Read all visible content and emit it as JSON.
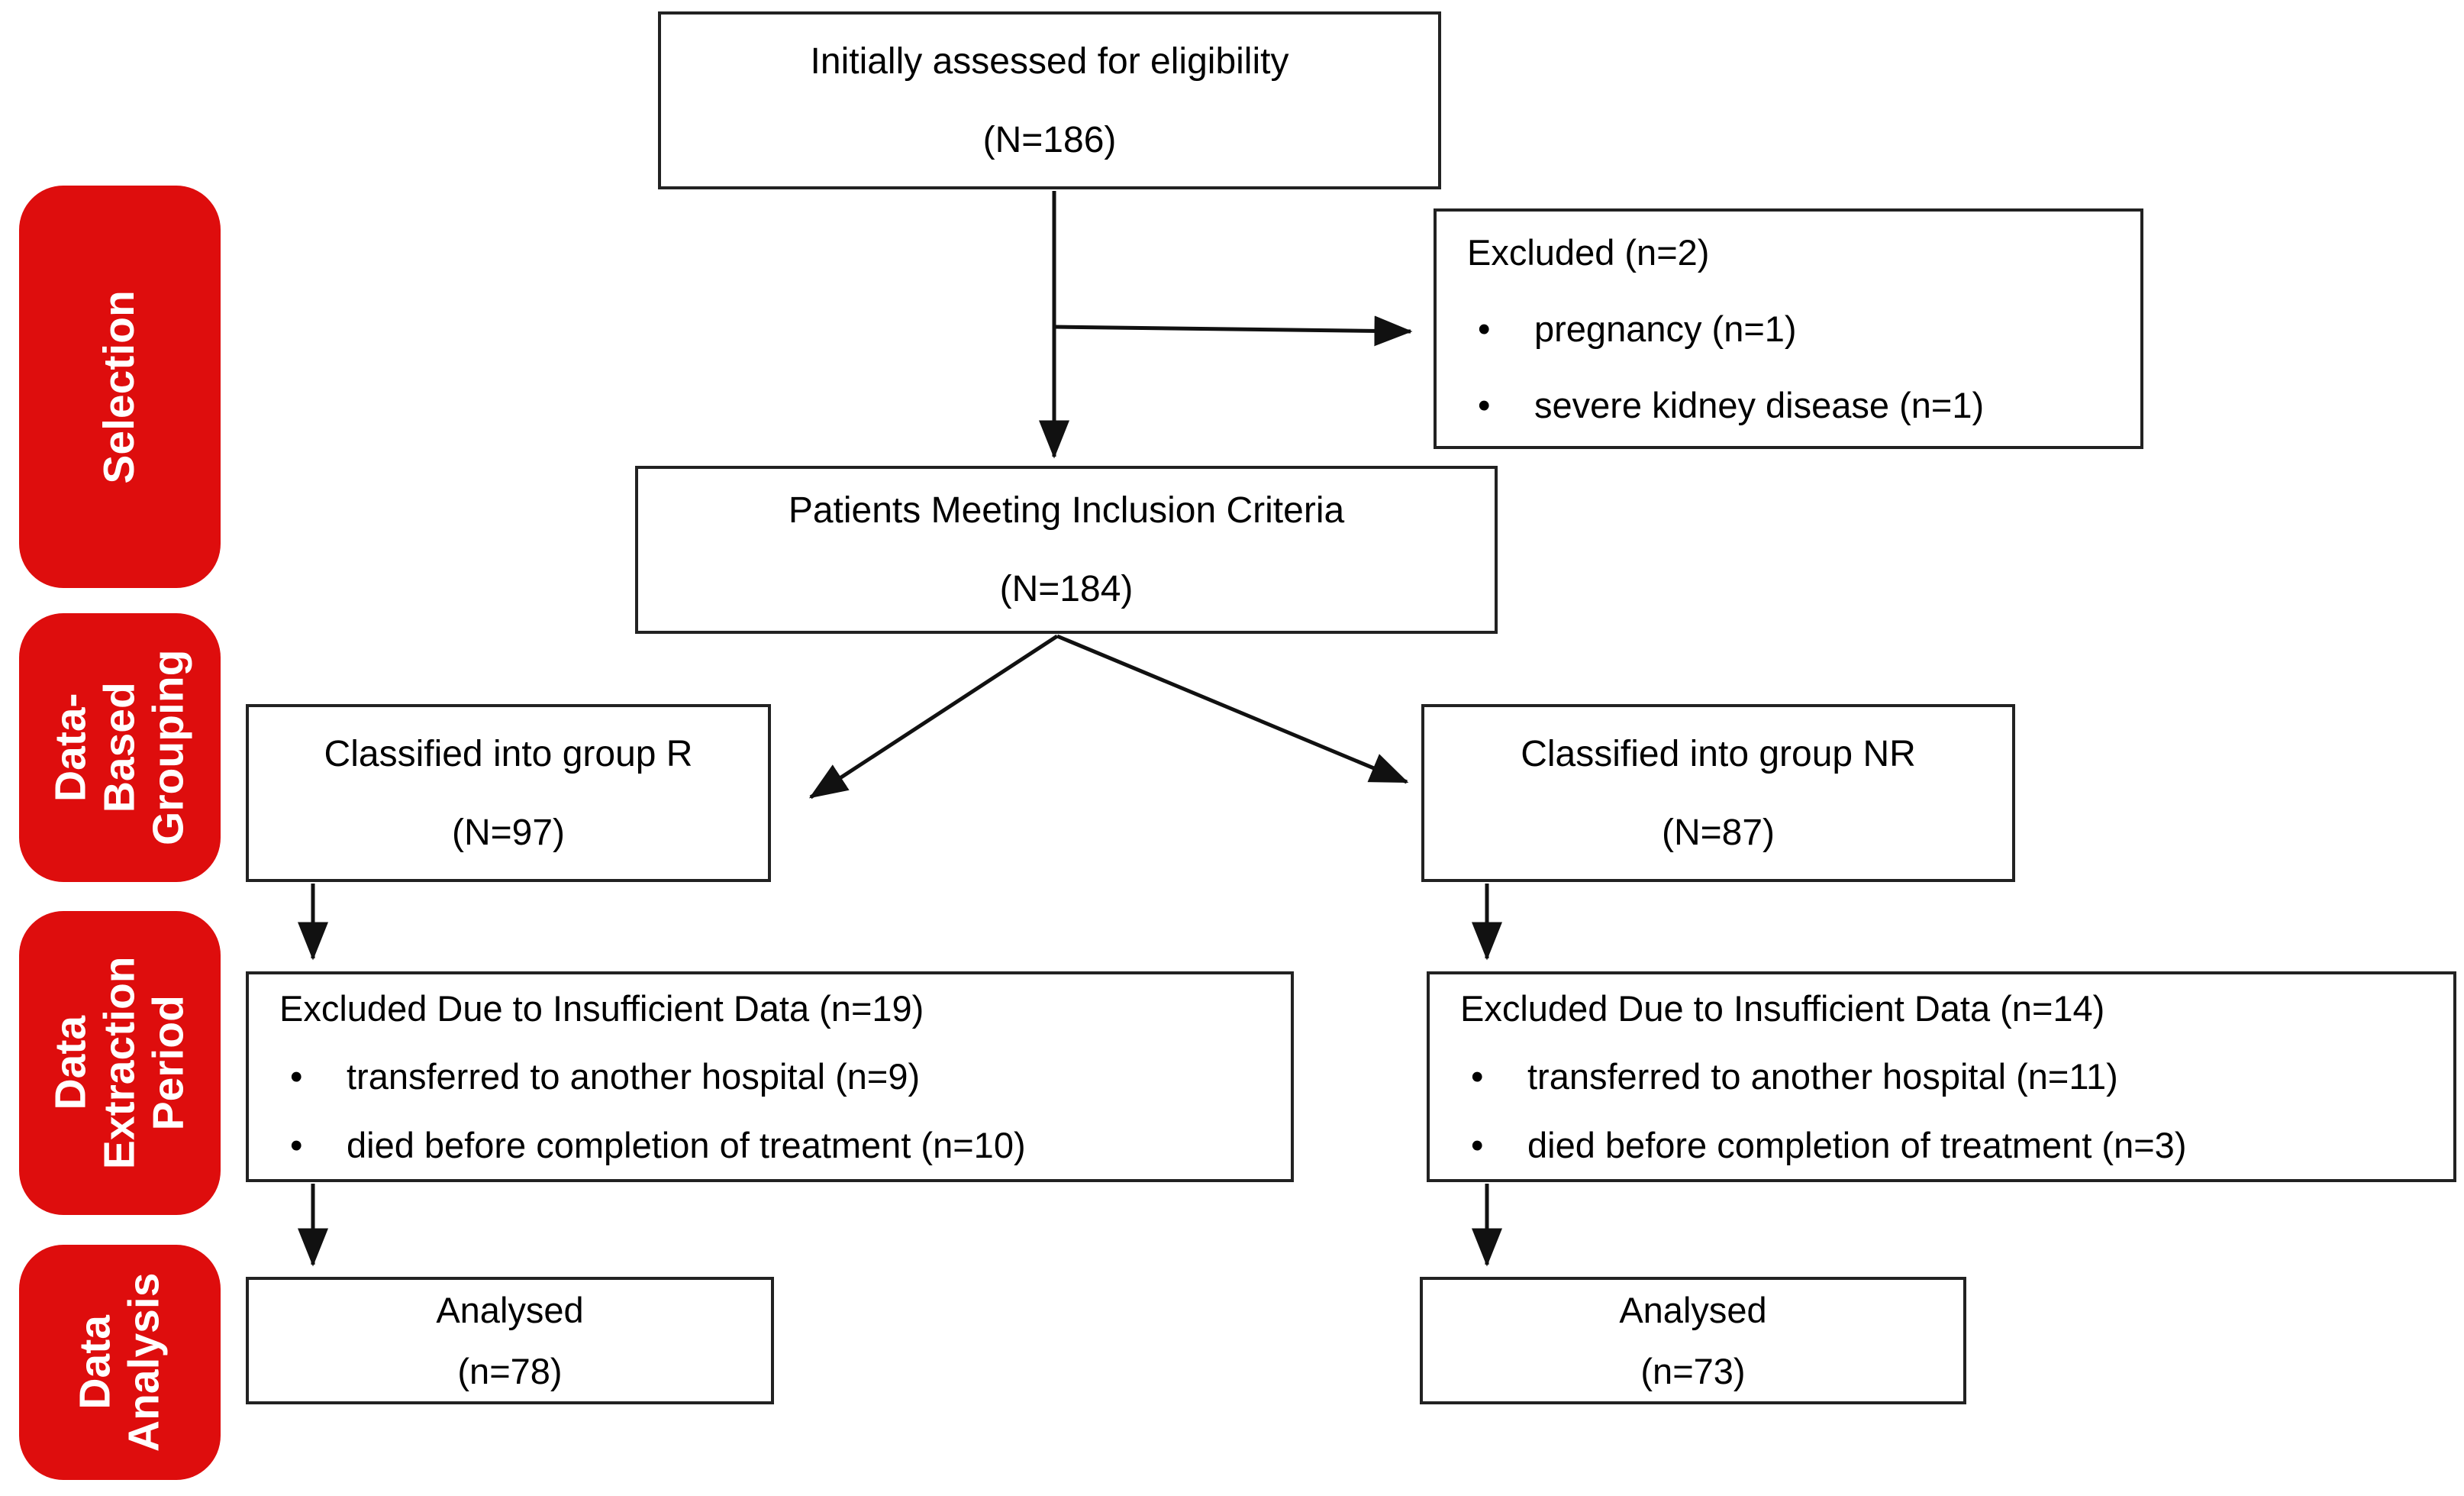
{
  "figure": {
    "type": "patient-flow-diagram",
    "colors": {
      "accent_red": "#DE0D0D",
      "line_black": "#111111",
      "text_white": "#ffffff"
    },
    "bullet_glyph": "•"
  },
  "stages": [
    {
      "label": "Selection"
    },
    {
      "label": "Data-\nBased\nGrouping"
    },
    {
      "label": "Data\nExtraction\nPeriod"
    },
    {
      "label": "Data\nAnalysis"
    }
  ],
  "boxes": {
    "assessed": {
      "line1": "Initially assessed for eligibility",
      "line2": "(N=186)"
    },
    "excluded_initial": {
      "title": "Excluded (n=2)",
      "bullets": [
        "pregnancy (n=1)",
        "severe kidney disease (n=1)"
      ]
    },
    "inclusion": {
      "line1": "Patients Meeting Inclusion Criteria",
      "line2": "(N=184)"
    },
    "group_r": {
      "line1": "Classified into group R",
      "line2": "(N=97)"
    },
    "group_nr": {
      "line1": "Classified into group NR",
      "line2": "(N=87)"
    },
    "excluded_r": {
      "title": "Excluded Due to Insufficient Data (n=19)",
      "bullets": [
        "transferred to another hospital (n=9)",
        "died before completion of treatment (n=10)"
      ]
    },
    "excluded_nr": {
      "title": "Excluded Due to Insufficient Data (n=14)",
      "bullets": [
        "transferred to another hospital (n=11)",
        "died before completion of treatment (n=3)"
      ]
    },
    "analysed_r": {
      "line1": "Analysed",
      "line2": "(n=78)"
    },
    "analysed_nr": {
      "line1": "Analysed",
      "line2": "(n=73)"
    }
  }
}
